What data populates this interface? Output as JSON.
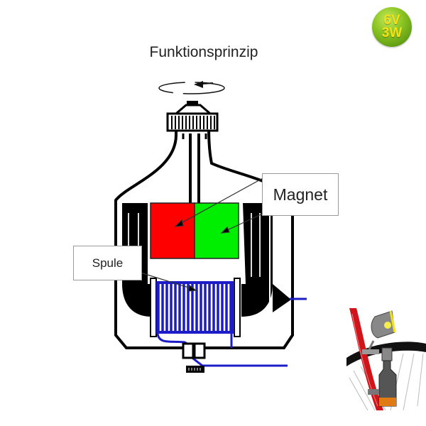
{
  "title": "Funktionsprinzip",
  "badge": {
    "line1": "6V",
    "line2": "3W",
    "color": "#7ab51d",
    "text_color": "#f2e21a"
  },
  "labels": {
    "magnet": "Magnet",
    "coil": "Spule"
  },
  "colors": {
    "magnet_north": "#ff0000",
    "magnet_south": "#00ee00",
    "coil": "#1c1cc8",
    "body": "#000000",
    "wire": "#1c1cc8"
  },
  "icons": {
    "rotation": "rotation-arrow-icon",
    "bike_illustration": "bicycle-dynamo-illustration"
  }
}
